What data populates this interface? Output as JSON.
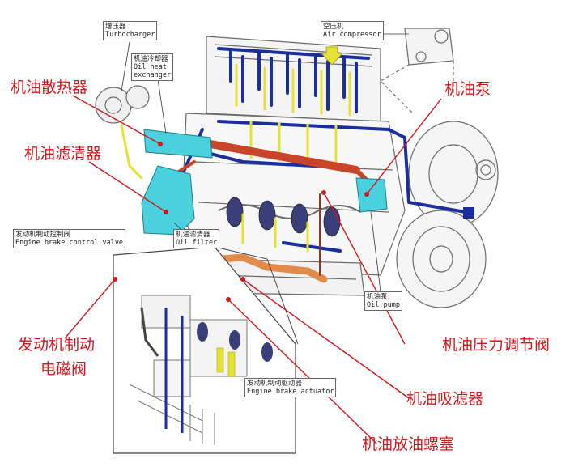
{
  "colors": {
    "callout_red": "#d4161c",
    "oil_blue": "#1a2f9c",
    "oil_yellow": "#e6e233",
    "oil_red": "#c8452a",
    "oil_orange": "#e28a4a",
    "part_cyan": "#4bd0de",
    "line_art": "#6a6a6a"
  },
  "callouts": {
    "oil_cooler": "机油散热器",
    "oil_filter": "机油滤清器",
    "oil_pump": "机油泵",
    "brake_solenoid_line1": "发动机制动",
    "brake_solenoid_line2": "电磁阀",
    "pressure_valve": "机油压力调节阀",
    "strainer": "机油吸滤器",
    "drain_plug": "机油放油螺塞"
  },
  "tags": {
    "turbocharger": {
      "zh": "增压器",
      "en": "Turbocharger"
    },
    "oil_heat_exchanger": {
      "zh": "机油冷却器",
      "en1": "Oil heat",
      "en2": "exchanger"
    },
    "air_compressor": {
      "zh": "空压机",
      "en": "Air compressor"
    },
    "engine_brake_control_valve": {
      "zh": "发动机制动控制阀",
      "en": "Engine brake control valve"
    },
    "oil_filter_tag": {
      "zh": "机油滤清器",
      "en": "Oil filter"
    },
    "oil_pump_tag": {
      "zh": "机油泵",
      "en": "Oil pump"
    },
    "engine_brake_actuator": {
      "zh": "发动机制动驱动器",
      "en": "Engine brake actuator"
    }
  }
}
